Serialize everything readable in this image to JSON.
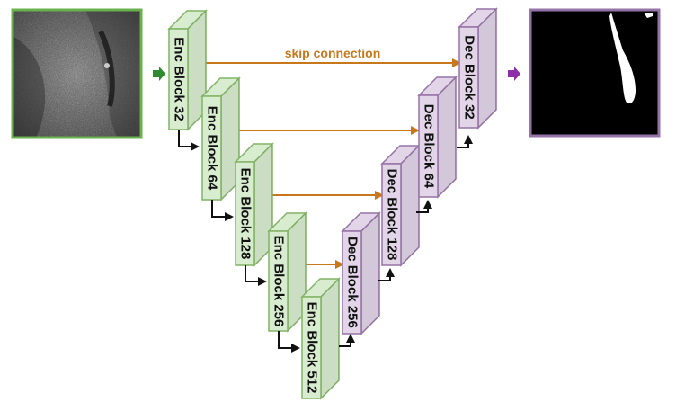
{
  "skip_label": "skip connection",
  "encoder_blocks": [
    "Enc Block 32",
    "Enc Block 64",
    "Enc Block 128",
    "Enc Block 256",
    "Enc Block 512"
  ],
  "decoder_blocks": [
    "Dec Block 256",
    "Dec Block 128",
    "Dec Block 64",
    "Dec Block 32"
  ],
  "colors": {
    "encoder_fill": "#d8ecd0",
    "encoder_stroke": "#82b366",
    "decoder_fill": "#e1d5e7",
    "decoder_stroke": "#9673a6",
    "skip_arrow": "#c8781a",
    "input_arrow": "#2e8b2e",
    "output_arrow": "#8c2ea6",
    "input_frame": "#6ab04c",
    "output_frame": "#9673a6"
  },
  "input_image": "grayscale-ultrasound-image",
  "output_image": "binary-segmentation-mask"
}
